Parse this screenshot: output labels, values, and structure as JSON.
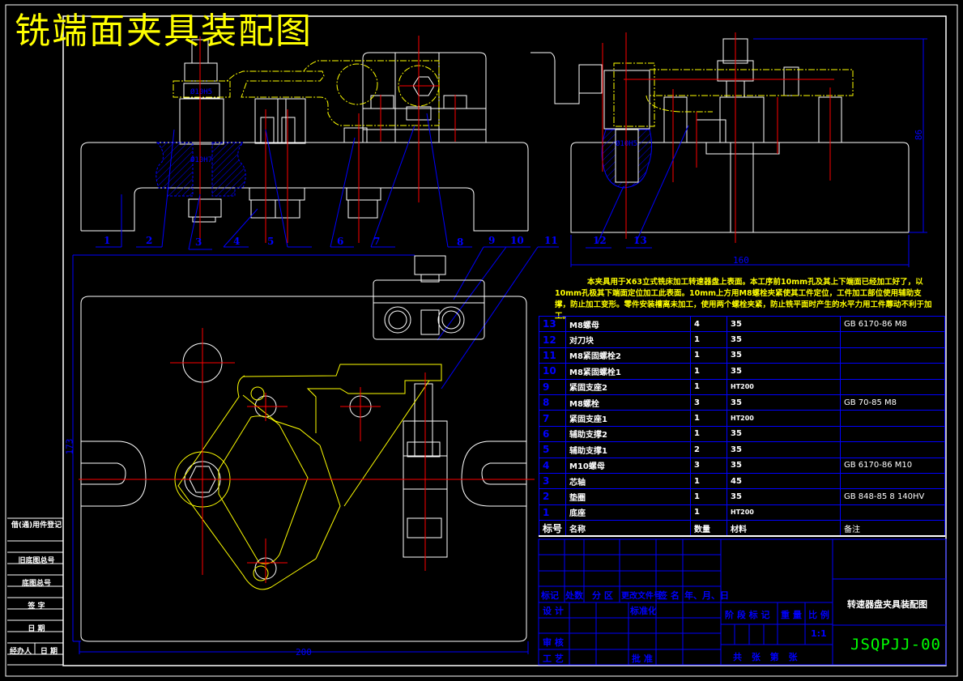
{
  "title": "铣端面夹具装配图",
  "technical_note": "本夹具用于X63立式铣床加工转速器盘上表面。本工序前10mm孔及其上下端面已经加工好了，以10mm孔极其下端面定位加工此表面。10mm上方用M8螺栓夹紧使其工件定位，工件加工部位使用辅助支撑，防止加工变形。零件安装槽离未加工，使用两个螺栓夹紧，防止铣平面时产生的水平力用工件蓐动不利于加工。",
  "dimensions": {
    "front_view_width": "200",
    "front_view_height": "173",
    "side_view_width": "160",
    "side_view_height": "86",
    "fit_1": "Ø10H5",
    "fit_2": "Ø10H7"
  },
  "leader_labels": [
    "1",
    "2",
    "3",
    "4",
    "5",
    "6",
    "7",
    "8",
    "9",
    "10",
    "11",
    "12",
    "13"
  ],
  "bom": {
    "header": {
      "no": "标号",
      "name": "名称",
      "qty": "数量",
      "material": "材料",
      "remark": "备注"
    },
    "rows": [
      {
        "no": "13",
        "name": "M8螺母",
        "qty": "4",
        "material": "35",
        "remark": "GB 6170-86 M8"
      },
      {
        "no": "12",
        "name": "对刀块",
        "qty": "1",
        "material": "35",
        "remark": ""
      },
      {
        "no": "11",
        "name": "M8紧固螺栓2",
        "qty": "1",
        "material": "35",
        "remark": ""
      },
      {
        "no": "10",
        "name": "M8紧固螺栓1",
        "qty": "1",
        "material": "35",
        "remark": ""
      },
      {
        "no": "9",
        "name": "紧固支座2",
        "qty": "1",
        "material": "HT200",
        "remark": ""
      },
      {
        "no": "8",
        "name": "M8螺栓",
        "qty": "3",
        "material": "35",
        "remark": "GB 70-85 M8"
      },
      {
        "no": "7",
        "name": "紧固支座1",
        "qty": "1",
        "material": "HT200",
        "remark": ""
      },
      {
        "no": "6",
        "name": "辅助支撑2",
        "qty": "1",
        "material": "35",
        "remark": ""
      },
      {
        "no": "5",
        "name": "辅助支撑1",
        "qty": "2",
        "material": "35",
        "remark": ""
      },
      {
        "no": "4",
        "name": "M10螺母",
        "qty": "3",
        "material": "35",
        "remark": "GB 6170-86 M10"
      },
      {
        "no": "3",
        "name": "芯轴",
        "qty": "1",
        "material": "45",
        "remark": ""
      },
      {
        "no": "2",
        "name": "垫圈",
        "qty": "1",
        "material": "35",
        "remark": "GB 848-85 8 140HV"
      },
      {
        "no": "1",
        "name": "底座",
        "qty": "1",
        "material": "HT200",
        "remark": ""
      }
    ]
  },
  "title_block": {
    "revision_headers": [
      "标记",
      "处数",
      "分 区",
      "更改文件号",
      "签 名",
      "年、月、日"
    ],
    "design": "设 计",
    "standardization": "标准化",
    "review": "审 核",
    "process": "工 艺",
    "approve": "批 准",
    "stage_mark": "阶 段 标 记",
    "weight": "重 量",
    "scale_label": "比 例",
    "scale_value": "1:1",
    "sheets": "共  张  第  张",
    "drawing_name": "转速器盘夹具装配图",
    "drawing_code": "JSQPJJ-00"
  },
  "side_strip": [
    "借(通)用件登记",
    "旧底图总号",
    "底图总号",
    "签 字",
    "日 期",
    "经办人",
    "日 期"
  ]
}
